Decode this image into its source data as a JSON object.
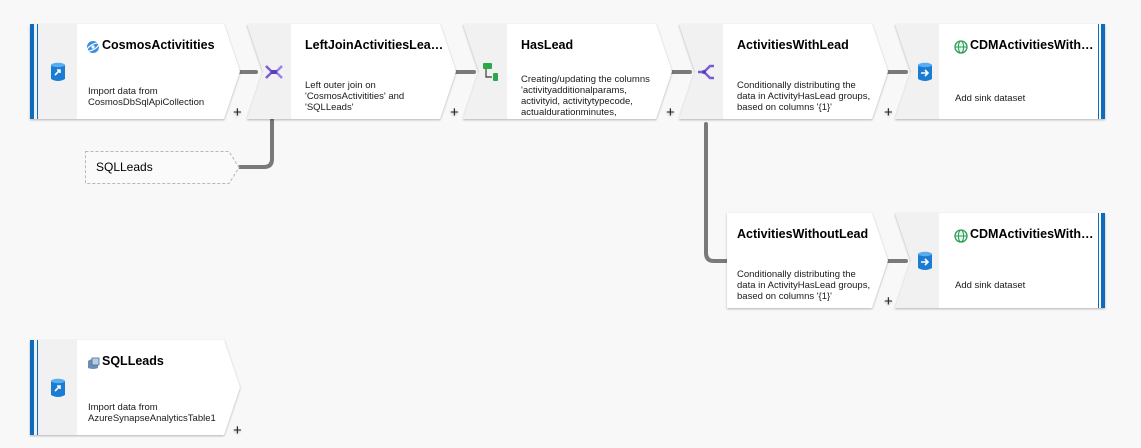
{
  "nodes": {
    "cosmos": {
      "title": "CosmosActivitities",
      "desc": "Import data from\nCosmosDbSqlApiCollection"
    },
    "join": {
      "title": "LeftJoinActivitiesLeads",
      "desc": "Left outer join on\n'CosmosActivitities' and\n'SQLLeads'"
    },
    "haslead": {
      "title": "HasLead",
      "desc": "Creating/updating the columns\n'activityadditionalparams,\nactivityid, activitytypecode,\nactualdurationminutes,"
    },
    "withlead": {
      "title": "ActivitiesWithLead",
      "desc": "Conditionally distributing the\ndata in ActivityHasLead groups,\nbased on columns '{1}'"
    },
    "sinkwith": {
      "title": "CDMActivitiesWithLe...",
      "desc": "Add sink dataset"
    },
    "withoutlead": {
      "title": "ActivitiesWithoutLead",
      "desc": "Conditionally distributing the\ndata in ActivityHasLead groups,\nbased on columns '{1}'"
    },
    "sinkwithout": {
      "title": "CDMActivitiesWitho...",
      "desc": "Add sink dataset"
    },
    "sqlleads": {
      "title": "SQLLeads",
      "desc": "Import data from\nAzureSynapseAnalyticsTable1"
    }
  },
  "ghost": {
    "label": "SQLLeads"
  },
  "plus": "+",
  "colors": {
    "accent": "#0f6cbd",
    "wire": "#7a7a7a",
    "join": "#7a5bd1",
    "derived": "#2aa84a",
    "sink": "#1b7cd4"
  },
  "icons": {
    "source": "database-source-icon",
    "join": "join-icon",
    "derived": "derived-column-icon",
    "split": "conditional-split-icon",
    "sink": "database-sink-icon",
    "cosmos": "cosmos-db-icon",
    "cdm": "cdm-globe-icon",
    "synapse": "synapse-table-icon"
  }
}
